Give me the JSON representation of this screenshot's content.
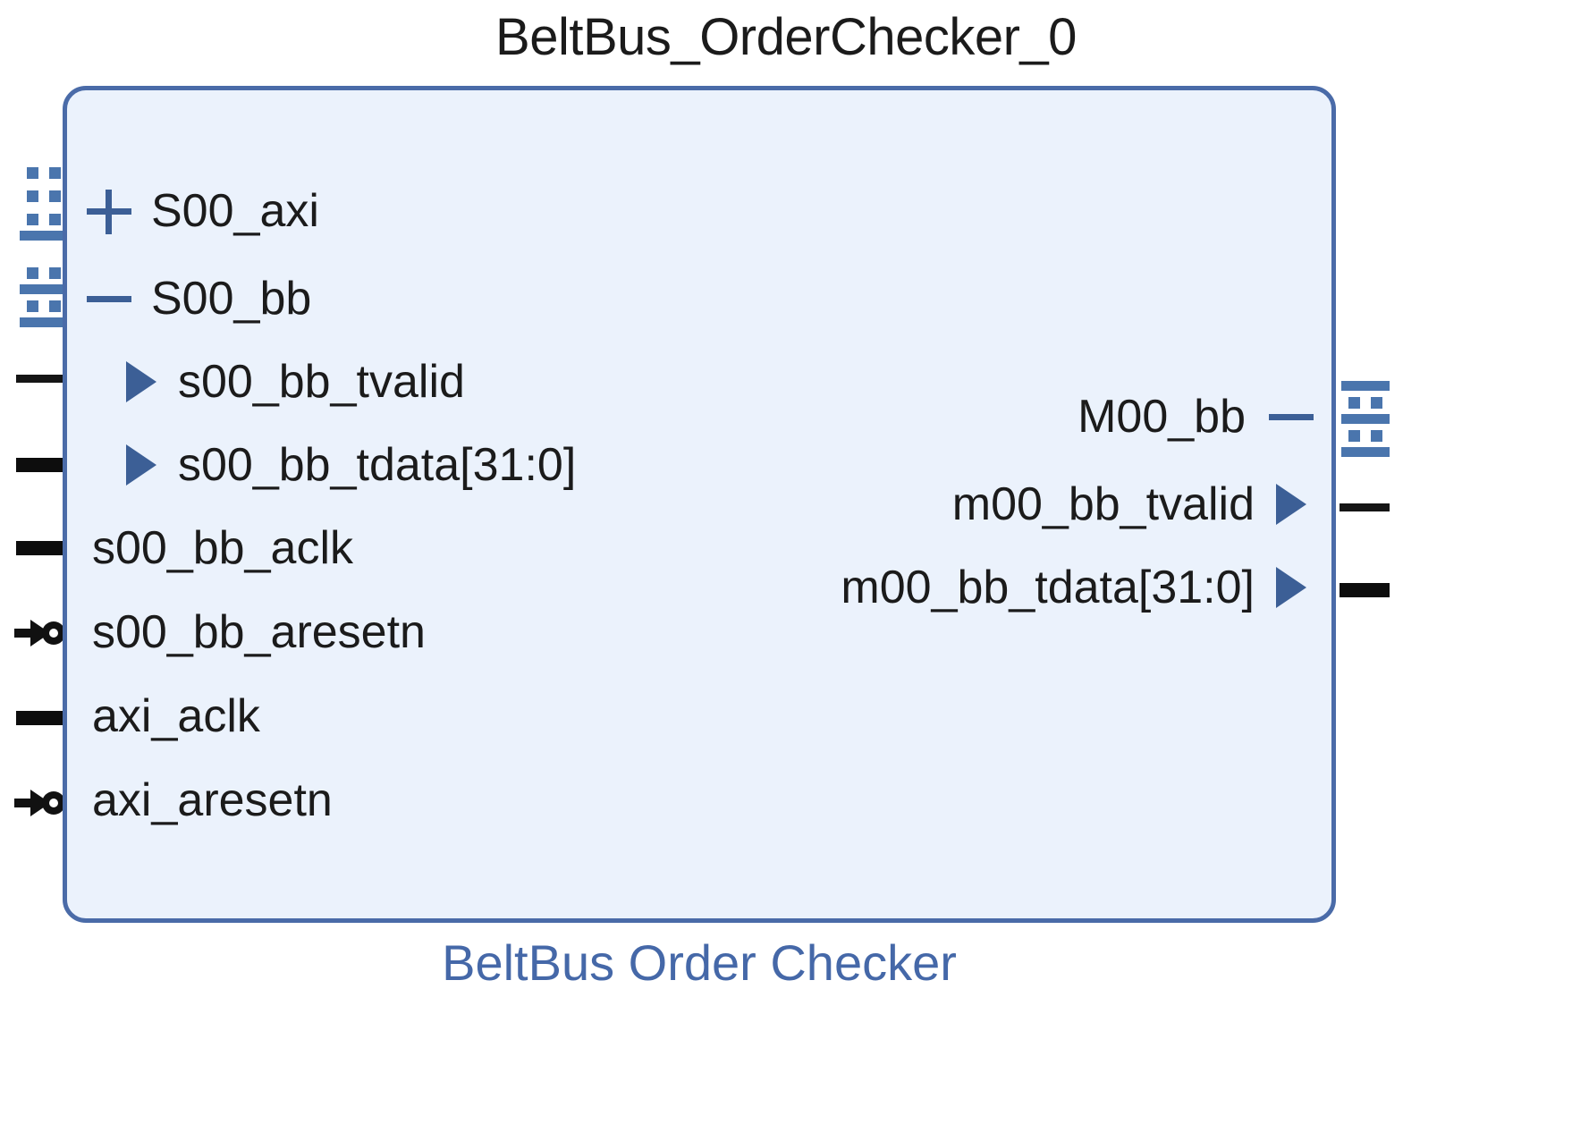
{
  "block": {
    "title": "BeltBus_OrderChecker_0",
    "caption": "BeltBus Order Checker",
    "colors": {
      "fill": "#ebf2fc",
      "border": "#4a6ba8",
      "accent": "#3c5f96",
      "caption": "#4568a8",
      "text": "#1b1b1b",
      "pin": "#151515"
    }
  },
  "left_ports": [
    {
      "name": "S00_axi",
      "kind": "interface",
      "expander": "plus",
      "connector": "bus"
    },
    {
      "name": "S00_bb",
      "kind": "interface",
      "expander": "minus",
      "connector": "bus"
    },
    {
      "name": "s00_bb_tvalid",
      "kind": "signal",
      "marker": "triangle",
      "connector": "pin-thin"
    },
    {
      "name": "s00_bb_tdata[31:0]",
      "kind": "signal",
      "marker": "triangle",
      "connector": "pin-thick"
    },
    {
      "name": "s00_bb_aclk",
      "kind": "clock",
      "marker": "none",
      "connector": "pin-thick"
    },
    {
      "name": "s00_bb_aresetn",
      "kind": "reset",
      "marker": "none",
      "connector": "pin-bubble"
    },
    {
      "name": "axi_aclk",
      "kind": "clock",
      "marker": "none",
      "connector": "pin-thick"
    },
    {
      "name": "axi_aresetn",
      "kind": "reset",
      "marker": "none",
      "connector": "pin-bubble"
    }
  ],
  "right_ports": [
    {
      "name": "M00_bb",
      "kind": "interface",
      "expander": "minus",
      "connector": "bus"
    },
    {
      "name": "m00_bb_tvalid",
      "kind": "signal",
      "marker": "triangle",
      "connector": "pin-thin"
    },
    {
      "name": "m00_bb_tdata[31:0]",
      "kind": "signal",
      "marker": "triangle",
      "connector": "pin-thick"
    }
  ]
}
